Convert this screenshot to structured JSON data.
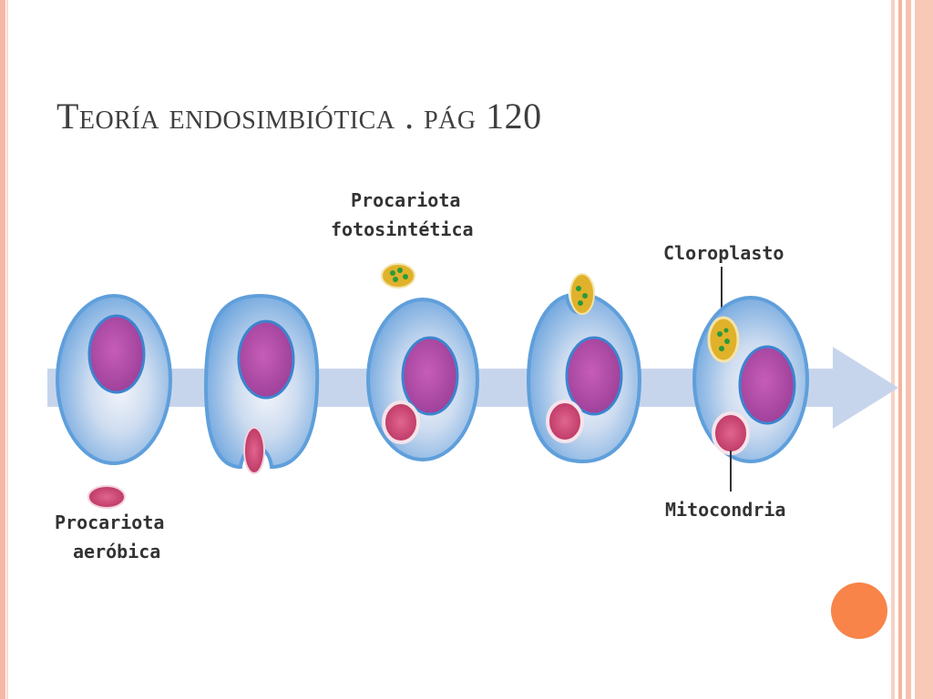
{
  "title": "Teoría endosimbiótica . pág 120",
  "labels": {
    "photosynthetic_line1": "Procariota",
    "photosynthetic_line2": "fotosintética",
    "chloroplast": "Cloroplasto",
    "mitochondria": "Mitocondria",
    "aerobic_line1": "Procariota",
    "aerobic_line2": "aeróbica"
  },
  "colors": {
    "accent": "#f8844a",
    "frame": "#f6b8a4",
    "cell_membrane": "#5f9fdb",
    "cell_inner": "#d6e4f4",
    "nucleus": "#b04aa6",
    "mitochondrion": "#c83a6a",
    "chloroplast": "#e0b12a",
    "arrow": "#c7d5ec"
  }
}
